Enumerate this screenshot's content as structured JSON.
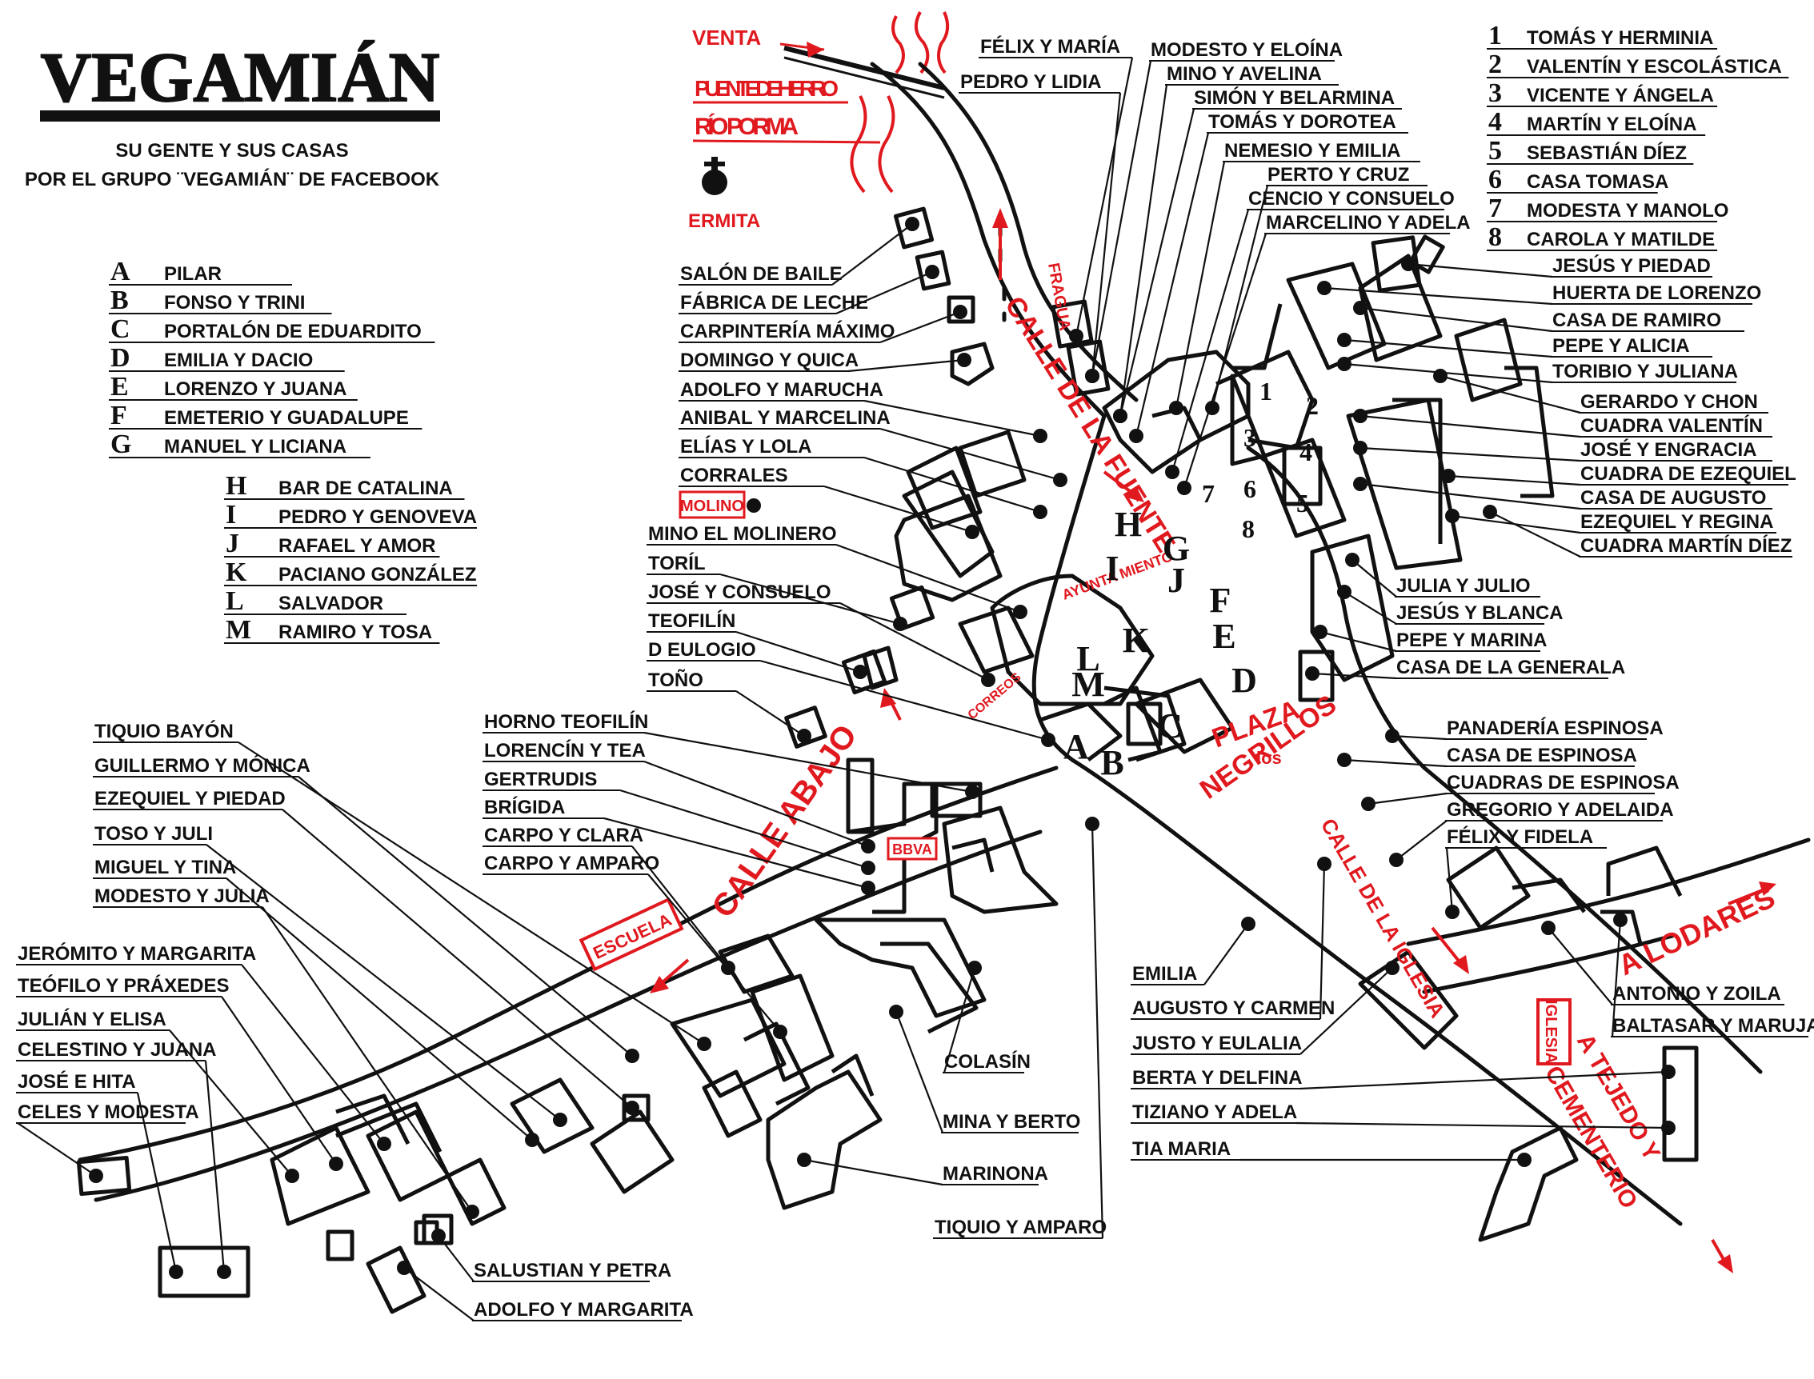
{
  "header": {
    "title": "VEGAMIÁN",
    "subtitle": "SU GENTE Y SUS CASAS",
    "credit": "POR EL GRUPO ¨VEGAMIÁN¨ DE FACEBOOK"
  },
  "letter_legend_1": [
    {
      "key": "A",
      "name": "PILAR"
    },
    {
      "key": "B",
      "name": "FONSO Y TRINI"
    },
    {
      "key": "C",
      "name": "PORTALÓN DE EDUARDITO"
    },
    {
      "key": "D",
      "name": "EMILIA Y DACIO"
    },
    {
      "key": "E",
      "name": "LORENZO Y JUANA"
    },
    {
      "key": "F",
      "name": "EMETERIO Y GUADALUPE"
    },
    {
      "key": "G",
      "name": "MANUEL Y LICIANA"
    }
  ],
  "letter_legend_2": [
    {
      "key": "H",
      "name": "BAR DE CATALINA"
    },
    {
      "key": "I",
      "name": "PEDRO Y GENOVEVA"
    },
    {
      "key": "J",
      "name": "RAFAEL Y AMOR"
    },
    {
      "key": "K",
      "name": "PACIANO GONZÁLEZ"
    },
    {
      "key": "L",
      "name": "SALVADOR"
    },
    {
      "key": "M",
      "name": "RAMIRO Y TOSA"
    }
  ],
  "number_legend": [
    {
      "key": "1",
      "name": "TOMÁS Y HERMINIA"
    },
    {
      "key": "2",
      "name": "VALENTÍN Y ESCOLÁSTICA"
    },
    {
      "key": "3",
      "name": "VICENTE Y ÁNGELA"
    },
    {
      "key": "4",
      "name": "MARTÍN Y ELOÍNA"
    },
    {
      "key": "5",
      "name": "SEBASTIÁN DÍEZ"
    },
    {
      "key": "6",
      "name": "CASA TOMASA"
    },
    {
      "key": "7",
      "name": "MODESTA Y MANOLO"
    },
    {
      "key": "8",
      "name": "CAROLA Y MATILDE"
    }
  ],
  "place_labels": {
    "venta": "VENTA",
    "puente": "PUENTE DE HIERRO",
    "rio": "RÍO PORMA",
    "ermita": "ERMITA",
    "fragua": "FRAGUA",
    "molino": "MOLINO",
    "ayuntamiento": "AYUNTA MIENTO",
    "correos": "CORREOS",
    "bbva": "BBVA",
    "escuela": "ESCUELA",
    "iglesia": "IGLESIA",
    "calle_fuente": "CALLE DE LA FUENTE",
    "calle_abajo": "CALLE ABAJO",
    "calle_iglesia": "CALLE DE LA IGLESIA",
    "plaza": "PLAZA",
    "plaza_los": "los",
    "plaza_negrillos": "NEGRILLOS",
    "a_lodares": "A LODARES",
    "a_tejedo": "A TEJEDO Y",
    "cementerio": "CEMENTERIO"
  },
  "map_letters": [
    "H",
    "G",
    "I",
    "J",
    "F",
    "E",
    "K",
    "L",
    "M",
    "D",
    "C",
    "A",
    "B"
  ],
  "map_numbers": [
    "1",
    "2",
    "3",
    "4",
    "5",
    "6",
    "7",
    "8"
  ],
  "house_labels": [
    "FÉLIX Y MARÍA",
    "PEDRO Y LIDIA",
    "MODESTO Y ELOÍNA",
    "MINO Y AVELINA",
    "SIMÓN Y BELARMINA",
    "TOMÁS Y DOROTEA",
    "NEMESIO Y EMILIA",
    "PERTO Y CRUZ",
    "CENCIO Y CONSUELO",
    "MARCELINO Y ADELA",
    "SALÓN DE BAILE",
    "FÁBRICA DE LECHE",
    "CARPINTERÍA MÁXIMO",
    "DOMINGO Y QUICA",
    "ADOLFO Y MARUCHA",
    "ANIBAL Y MARCELINA",
    "ELÍAS Y LOLA",
    "CORRALES",
    "MINO EL MOLINERO",
    "TORÍL",
    "JOSÉ Y CONSUELO",
    "TEOFILÍN",
    "D EULOGIO",
    "TOÑO",
    "JESÚS Y PIEDAD",
    "HUERTA DE LORENZO",
    "CASA DE RAMIRO",
    "PEPE Y ALICIA",
    "TORIBIO Y JULIANA",
    "GERARDO Y CHON",
    "CUADRA VALENTÍN",
    "JOSÉ Y ENGRACIA",
    "CUADRA DE EZEQUIEL",
    "CASA DE AUGUSTO",
    "EZEQUIEL Y REGINA",
    "CUADRA MARTÍN DÍEZ",
    "JULIA Y JULIO",
    "JESÚS Y BLANCA",
    "PEPE Y MARINA",
    "CASA DE LA GENERALA",
    "PANADERÍA ESPINOSA",
    "CASA DE ESPINOSA",
    "CUADRAS DE ESPINOSA",
    "GREGORIO Y ADELAIDA",
    "FÉLIX Y FIDELA",
    "HORNO TEOFILÍN",
    "LORENCÍN Y TEA",
    "GERTRUDIS",
    "BRÍGIDA",
    "CARPO Y CLARA",
    "CARPO Y AMPARO",
    "TIQUIO BAYÓN",
    "GUILLERMO Y MÓNICA",
    "EZEQUIEL Y PIEDAD",
    "TOSO Y JULI",
    "MIGUEL Y TINA",
    "MODESTO Y JULIA",
    "JERÓMITO Y MARGARITA",
    "TEÓFILO Y PRÁXEDES",
    "JULIÁN Y ELISA",
    "CELESTINO Y JUANA",
    "JOSÉ  E  HITA",
    "CELES Y MODESTA",
    "EMILIA",
    "AUGUSTO Y CARMEN",
    "JUSTO Y EULALIA",
    "BERTA Y DELFINA",
    "TIZIANO Y ADELA",
    "TIA MARIA",
    "ANTONIO Y ZOILA",
    "BALTASAR Y MARUJA",
    "COLASÍN",
    "MINA Y BERTO",
    "MARINONA",
    "TIQUIO Y AMPARO",
    "SALUSTIAN Y PETRA",
    "ADOLFO Y MARGARITA"
  ]
}
